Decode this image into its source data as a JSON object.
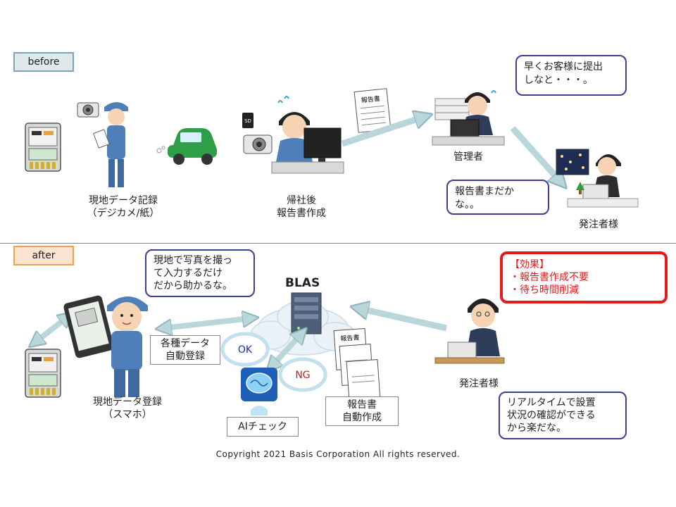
{
  "sections": {
    "before_tag": "before",
    "after_tag": "after"
  },
  "before": {
    "field_label": "現地データ記録\n（デジカメ/紙）",
    "office_label": "帰社後\n報告書作成",
    "manager_label": "管理者",
    "client_label": "発注者様",
    "manager_bubble": "早くお客様に提出\nしなと・・・。",
    "client_bubble": "報告書まだか\nな。。",
    "report_title": "報告書",
    "sd_label": "SD"
  },
  "after": {
    "worker_bubble": "現地で写真を撮っ\nて入力するだけ\nだから助かるな。",
    "field_label": "現地データ登録\n（スマホ）",
    "auto_register": "各種データ\n自動登録",
    "blas": "BLAS",
    "ok": "OK",
    "ng": "NG",
    "ai_check": "AIチェック",
    "auto_report": "報告書\n自動作成",
    "client_label": "発注者様",
    "client_bubble": "リアルタイムで設置\n状況の確認ができる\nから楽だな。",
    "effect_title": "【効果】",
    "effect_items": [
      "・報告書作成不要",
      "・待ち時間削減"
    ],
    "report_title": "報告書"
  },
  "copyright": "Copyright 2021 Basis Corporation All rights reserved.",
  "colors": {
    "arrow": "#b9d7db",
    "arrow_stroke": "#8fb4ba",
    "bubble_border": "#3b3f8f",
    "effect_red": "#e21a1a",
    "cloud": "#eaf1f7",
    "worker_blue": "#4f7fb8"
  }
}
